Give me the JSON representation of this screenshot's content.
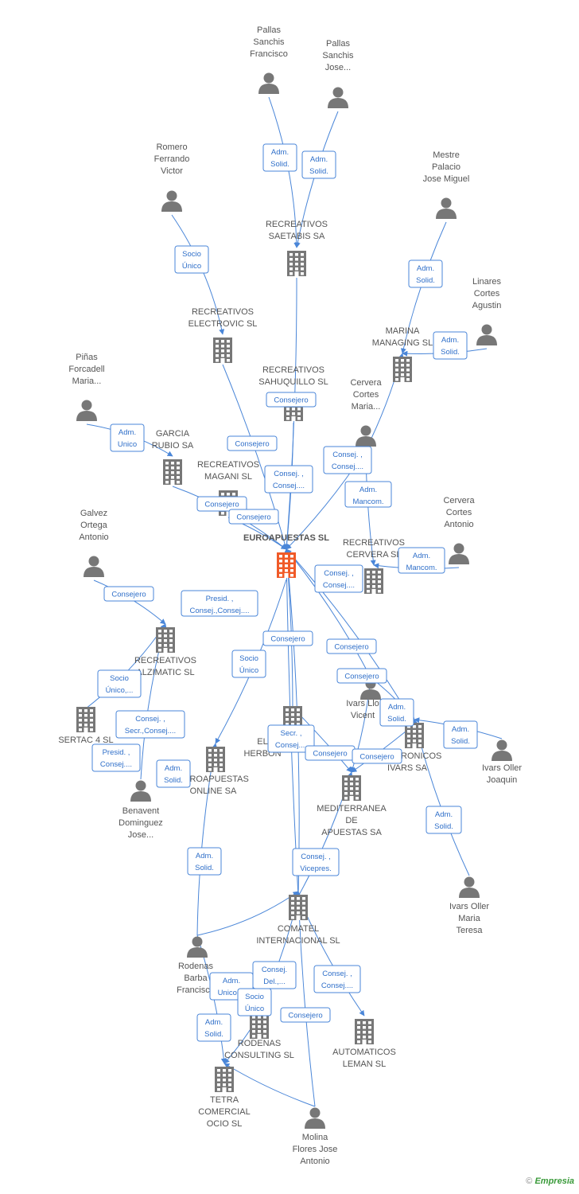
{
  "diagram": {
    "colors": {
      "edge": "#4a86d8",
      "node": "#777777",
      "focus": "#f05a28",
      "tag_text": "#2f6fc9"
    },
    "nodes": [
      {
        "id": "pallas_f",
        "kind": "person",
        "lines": [
          "Pallas",
          "Sanchis",
          "Francisco"
        ]
      },
      {
        "id": "pallas_j",
        "kind": "person",
        "lines": [
          "Pallas",
          "Sanchis",
          "Jose..."
        ]
      },
      {
        "id": "romero",
        "kind": "person",
        "lines": [
          "Romero",
          "Ferrando",
          "Victor"
        ]
      },
      {
        "id": "mestre",
        "kind": "person",
        "lines": [
          "Mestre",
          "Palacio",
          "Jose Miguel"
        ]
      },
      {
        "id": "linares",
        "kind": "person",
        "lines": [
          "Linares",
          "Cortes",
          "Agustin"
        ]
      },
      {
        "id": "pinas",
        "kind": "person",
        "lines": [
          "Piñas",
          "Forcadell",
          "Maria..."
        ]
      },
      {
        "id": "cervera_m",
        "kind": "person",
        "lines": [
          "Cervera",
          "Cortes",
          "Maria..."
        ]
      },
      {
        "id": "cervera_a",
        "kind": "person",
        "lines": [
          "Cervera",
          "Cortes",
          "Antonio"
        ]
      },
      {
        "id": "galvez",
        "kind": "person",
        "lines": [
          "Galvez",
          "Ortega",
          "Antonio"
        ]
      },
      {
        "id": "ivars_v",
        "kind": "person",
        "lines": [
          "Ivars Llo",
          "Vicent"
        ]
      },
      {
        "id": "ivars_j",
        "kind": "person",
        "lines": [
          "Ivars Oller",
          "Joaquin"
        ]
      },
      {
        "id": "benavent",
        "kind": "person",
        "lines": [
          "Benavent",
          "Dominguez",
          "Jose..."
        ]
      },
      {
        "id": "ivars_mt",
        "kind": "person",
        "lines": [
          "Ivars Oller",
          "Maria",
          "Teresa"
        ]
      },
      {
        "id": "rodenas_b",
        "kind": "person",
        "lines": [
          "Rodenas",
          "Barba",
          "Francisco"
        ]
      },
      {
        "id": "molina",
        "kind": "person",
        "lines": [
          "Molina",
          "Flores Jose",
          "Antonio"
        ]
      },
      {
        "id": "saetabis",
        "kind": "company",
        "lines": [
          "RECREATIVOS",
          "SAETABIS SA"
        ]
      },
      {
        "id": "electrovic",
        "kind": "company",
        "lines": [
          "RECREATIVOS",
          "ELECTROVIC  SL"
        ]
      },
      {
        "id": "marina",
        "kind": "company",
        "lines": [
          "MARINA",
          "MANAGING  SL"
        ]
      },
      {
        "id": "sahuquillo",
        "kind": "company",
        "lines": [
          "RECREATIVOS",
          "SAHUQUILLO SL"
        ]
      },
      {
        "id": "garcia",
        "kind": "company",
        "lines": [
          "GARCIA",
          "RUBIO SA"
        ]
      },
      {
        "id": "magani",
        "kind": "company",
        "lines": [
          "RECREATIVOS",
          "MAGANI  SL"
        ]
      },
      {
        "id": "euro",
        "kind": "focus",
        "lines": [
          "EUROAPUESTAS SL"
        ]
      },
      {
        "id": "cervera_sl",
        "kind": "company",
        "lines": [
          "RECREATIVOS",
          "CERVERA SL"
        ]
      },
      {
        "id": "alzimatic",
        "kind": "company",
        "lines": [
          "RECREATIVOS",
          "ALZIMATIC SL"
        ]
      },
      {
        "id": "sertac",
        "kind": "company",
        "lines": [
          "SERTAC 4 SL"
        ]
      },
      {
        "id": "herbon",
        "kind": "company",
        "lines": [
          "EL",
          "HERBON"
        ]
      },
      {
        "id": "electronicos",
        "kind": "company",
        "lines": [
          "ELECTRONICOS",
          "IVARS SA"
        ]
      },
      {
        "id": "online",
        "kind": "company",
        "lines": [
          "EUROAPUESTAS",
          "ONLINE SA"
        ]
      },
      {
        "id": "mediterranea",
        "kind": "company",
        "lines": [
          "MEDITERRANEA",
          "DE",
          "APUESTAS SA"
        ]
      },
      {
        "id": "comatel",
        "kind": "company",
        "lines": [
          "COMATEL",
          "INTERNACIONAL SL"
        ]
      },
      {
        "id": "rodenas_c",
        "kind": "company",
        "lines": [
          "RODENAS",
          "CONSULTING  SL"
        ]
      },
      {
        "id": "automaticos",
        "kind": "company",
        "lines": [
          "AUTOMATICOS",
          "LEMAN SL"
        ]
      },
      {
        "id": "tetra",
        "kind": "company",
        "lines": [
          "TETRA",
          "COMERCIAL",
          "OCIO SL"
        ]
      }
    ],
    "tags": [
      {
        "lines": [
          "Adm.",
          "Solid."
        ]
      },
      {
        "lines": [
          "Adm.",
          "Solid."
        ]
      },
      {
        "lines": [
          "Socio",
          "Único"
        ]
      },
      {
        "lines": [
          "Adm.",
          "Solid."
        ]
      },
      {
        "lines": [
          "Adm.",
          "Solid."
        ]
      },
      {
        "lines": [
          "Consejero"
        ]
      },
      {
        "lines": [
          "Adm.",
          "Unico"
        ]
      },
      {
        "lines": [
          "Consejero"
        ]
      },
      {
        "lines": [
          "Consej. ,",
          "Consej...."
        ]
      },
      {
        "lines": [
          "Consej. ,",
          "Consej...."
        ]
      },
      {
        "lines": [
          "Adm.",
          "Mancom."
        ]
      },
      {
        "lines": [
          "Consejero"
        ]
      },
      {
        "lines": [
          "Consejero"
        ]
      },
      {
        "lines": [
          "Adm.",
          "Mancom."
        ]
      },
      {
        "lines": [
          "Consejero"
        ]
      },
      {
        "lines": [
          "Presid. ,",
          "Consej.,Consej...."
        ]
      },
      {
        "lines": [
          "Consej. ,",
          "Consej...."
        ]
      },
      {
        "lines": [
          "Consejero"
        ]
      },
      {
        "lines": [
          "Socio",
          "Único"
        ]
      },
      {
        "lines": [
          "Consejero"
        ]
      },
      {
        "lines": [
          "Socio",
          "Único,..."
        ]
      },
      {
        "lines": [
          "Consejero"
        ]
      },
      {
        "lines": [
          "Adm.",
          "Solid."
        ]
      },
      {
        "lines": [
          "Adm.",
          "Solid."
        ]
      },
      {
        "lines": [
          "Consej. ,",
          "Secr.,Consej...."
        ]
      },
      {
        "lines": [
          "Secr. ,",
          "Consej...."
        ]
      },
      {
        "lines": [
          "Presid. ,",
          "Consej...."
        ]
      },
      {
        "lines": [
          "Consejero"
        ]
      },
      {
        "lines": [
          "Consejero"
        ]
      },
      {
        "lines": [
          "Adm.",
          "Solid."
        ]
      },
      {
        "lines": [
          "Adm.",
          "Solid."
        ]
      },
      {
        "lines": [
          "Adm.",
          "Solid."
        ]
      },
      {
        "lines": [
          "Consej. ,",
          "Vicepres."
        ]
      },
      {
        "lines": [
          "Consej.",
          "Del.,..."
        ]
      },
      {
        "lines": [
          "Adm.",
          "Unico,..."
        ]
      },
      {
        "lines": [
          "Consej. ,",
          "Consej...."
        ]
      },
      {
        "lines": [
          "Socio",
          "Único"
        ]
      },
      {
        "lines": [
          "Adm.",
          "Solid."
        ]
      },
      {
        "lines": [
          "Consejero"
        ]
      }
    ]
  },
  "footer": {
    "copyright": "©",
    "brand": "Empresia"
  }
}
